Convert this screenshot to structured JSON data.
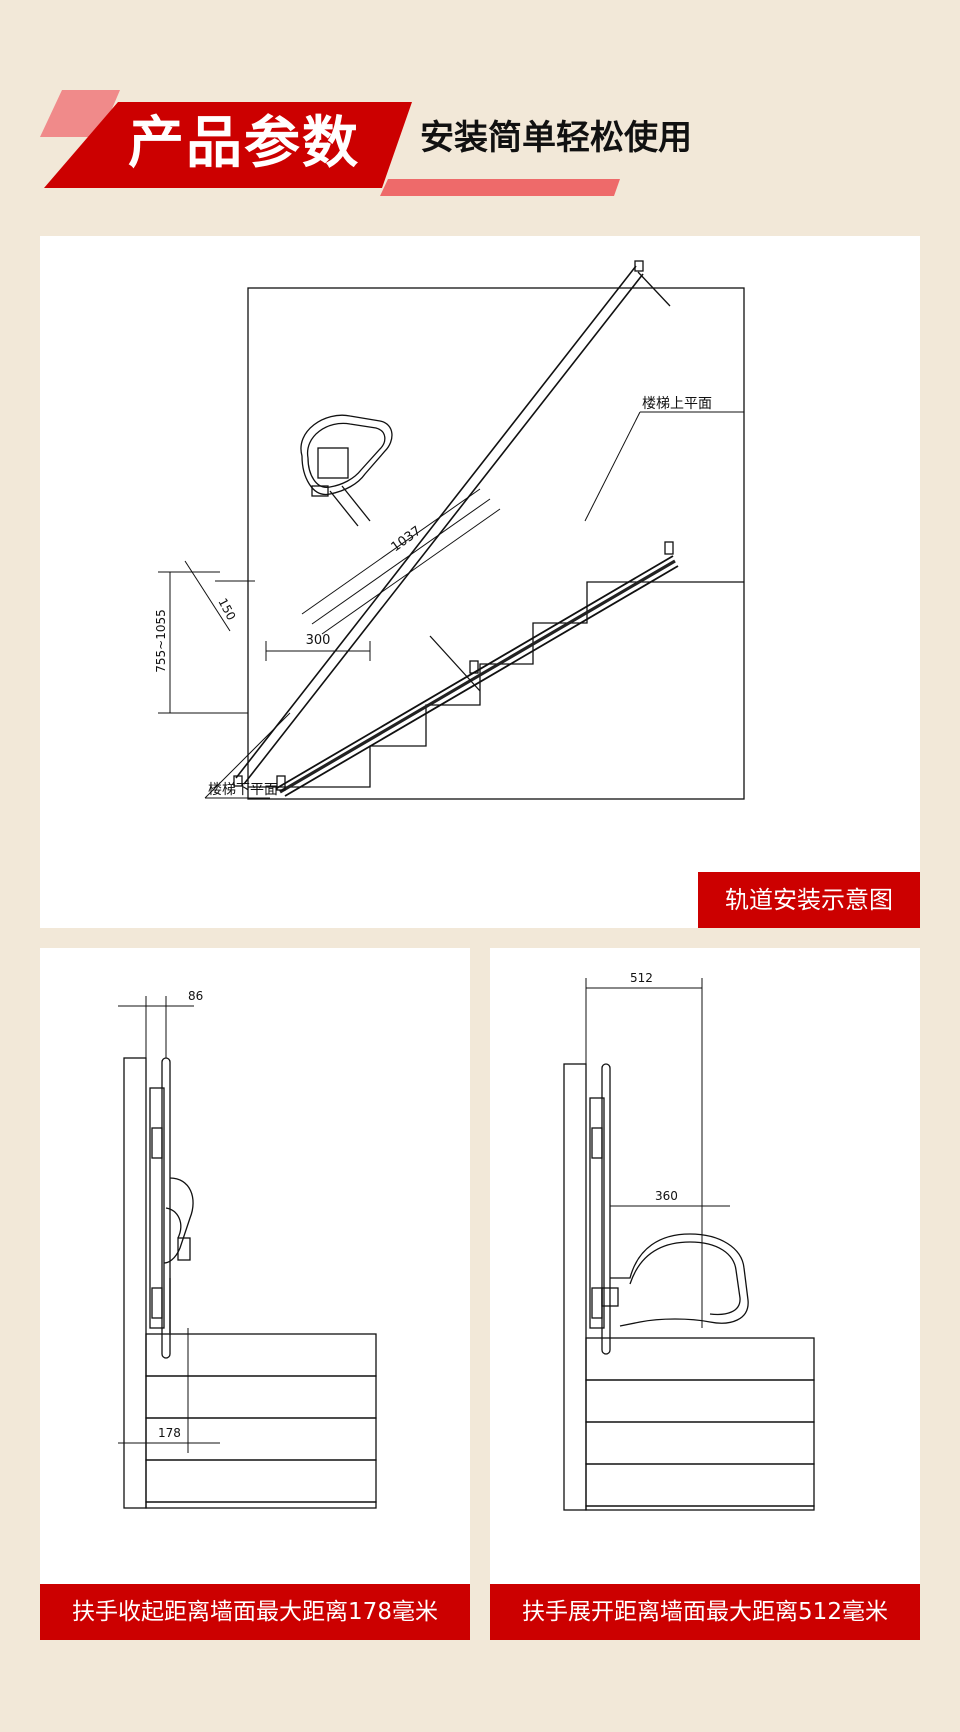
{
  "header": {
    "title": "产品参数",
    "subtitle": "安装简单轻松使用",
    "colors": {
      "red": "#cc0000",
      "pink": "#f08a8a",
      "light_red": "#ee6a6a",
      "background": "#f2e8d8"
    }
  },
  "track_panel": {
    "caption": "轨道安装示意图",
    "labels": {
      "upper_floor": "楼梯上平面",
      "lower_floor": "楼梯下平面",
      "rail_length": "1037",
      "offset": "150",
      "horizontal": "300",
      "height_range": "755~1055"
    }
  },
  "folded_panel": {
    "caption": "扶手收起距离墙面最大距离178毫米",
    "dim_top": "86",
    "dim_bottom": "178"
  },
  "unfolded_panel": {
    "caption": "扶手展开距离墙面最大距离512毫米",
    "dim_top": "512",
    "dim_mid": "360"
  }
}
